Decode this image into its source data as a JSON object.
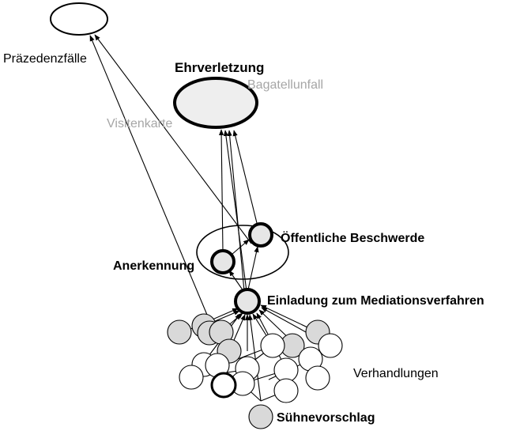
{
  "labels": {
    "praezedenzfaelle": "Präzedenzfälle",
    "ehrverletzung": "Ehrverletzung",
    "bagatellunfall": "Bagatellunfall",
    "visitenkarte": "Visitenkarte",
    "oeffentliche_beschwerde": "Öffentliche Beschwerde",
    "anerkennung": "Anerkennung",
    "einladung": "Einladung zum Mediationsverfahren",
    "verhandlungen": "Verhandlungen",
    "suehnevorschlag": "Sühnevorschlag"
  },
  "colors": {
    "stroke": "#000000",
    "fill_gray": "#d9d9d9",
    "fill_white": "#ffffff",
    "faded_text": "#a6a6a6",
    "center_fill": "#eeeeee"
  }
}
